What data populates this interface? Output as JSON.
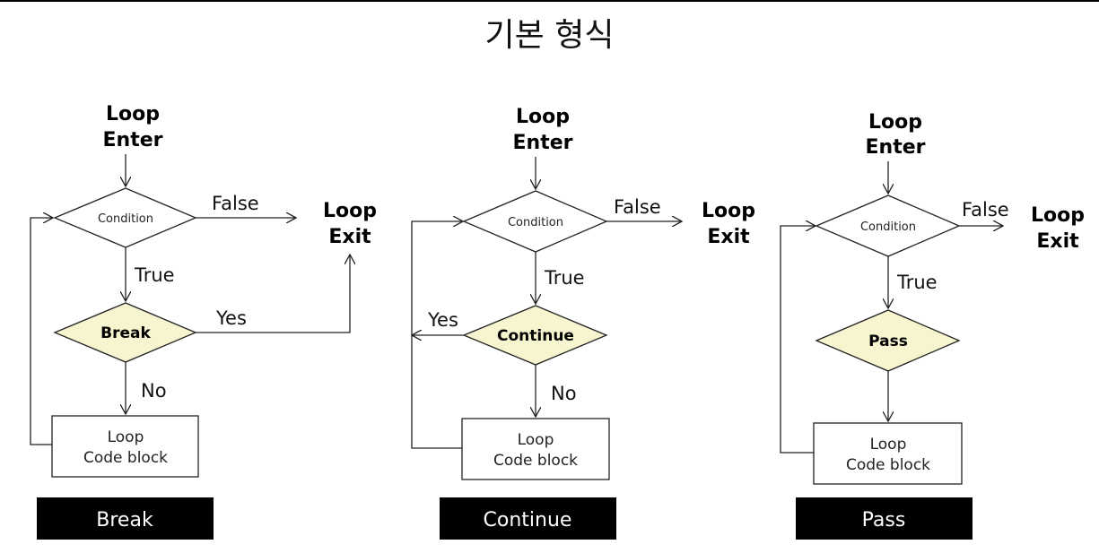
{
  "title": "기본 형식",
  "colors": {
    "keyword_fill": "#f6f5cf",
    "label_bg": "#000000",
    "line": "#222222"
  },
  "panels": [
    {
      "loop_enter": [
        "Loop",
        "Enter"
      ],
      "condition": "Condition",
      "false_label": "False",
      "true_label": "True",
      "keyword": "Break",
      "yes_label": "Yes",
      "no_label": "No",
      "loop_exit": [
        "Loop",
        "Exit"
      ],
      "code_block": [
        "Loop",
        "Code block"
      ],
      "label": "Break"
    },
    {
      "loop_enter": [
        "Loop",
        "Enter"
      ],
      "condition": "Condition",
      "false_label": "False",
      "true_label": "True",
      "keyword": "Continue",
      "yes_label": "Yes",
      "no_label": "No",
      "loop_exit": [
        "Loop",
        "Exit"
      ],
      "code_block": [
        "Loop",
        "Code block"
      ],
      "label": "Continue"
    },
    {
      "loop_enter": [
        "Loop",
        "Enter"
      ],
      "condition": "Condition",
      "false_label": "False",
      "true_label": "True",
      "keyword": "Pass",
      "loop_exit": [
        "Loop",
        "Exit"
      ],
      "code_block": [
        "Loop",
        "Code block"
      ],
      "label": "Pass"
    }
  ]
}
